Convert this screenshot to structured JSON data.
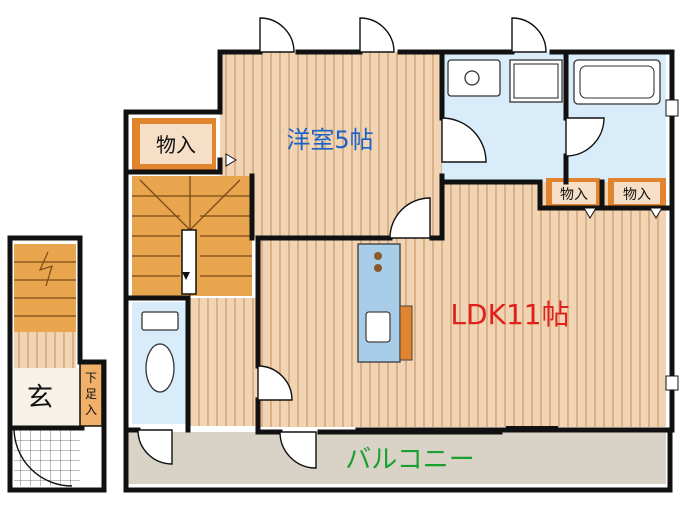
{
  "rooms": {
    "western_room": "洋室5帖",
    "storage_main": "物入",
    "storage_small_1": "物入",
    "storage_small_2": "物入",
    "ldk": "LDK11帖",
    "balcony": "バルコニー",
    "entrance": "玄",
    "shoe_box_line1": "下",
    "shoe_box_line2": "足",
    "shoe_box_line3": "入"
  },
  "colors": {
    "wood_floor": "#f0d4b4",
    "wood_stripe": "#d6a87c",
    "stair_floor": "#e9a54e",
    "wet_area": "#d8ecfa",
    "balcony_floor": "#d9d2c6",
    "wall": "#111111",
    "label_blue": "#1a62c8",
    "label_red": "#e0201c",
    "label_green": "#1aa030",
    "storage_orange": "#e2832e"
  }
}
